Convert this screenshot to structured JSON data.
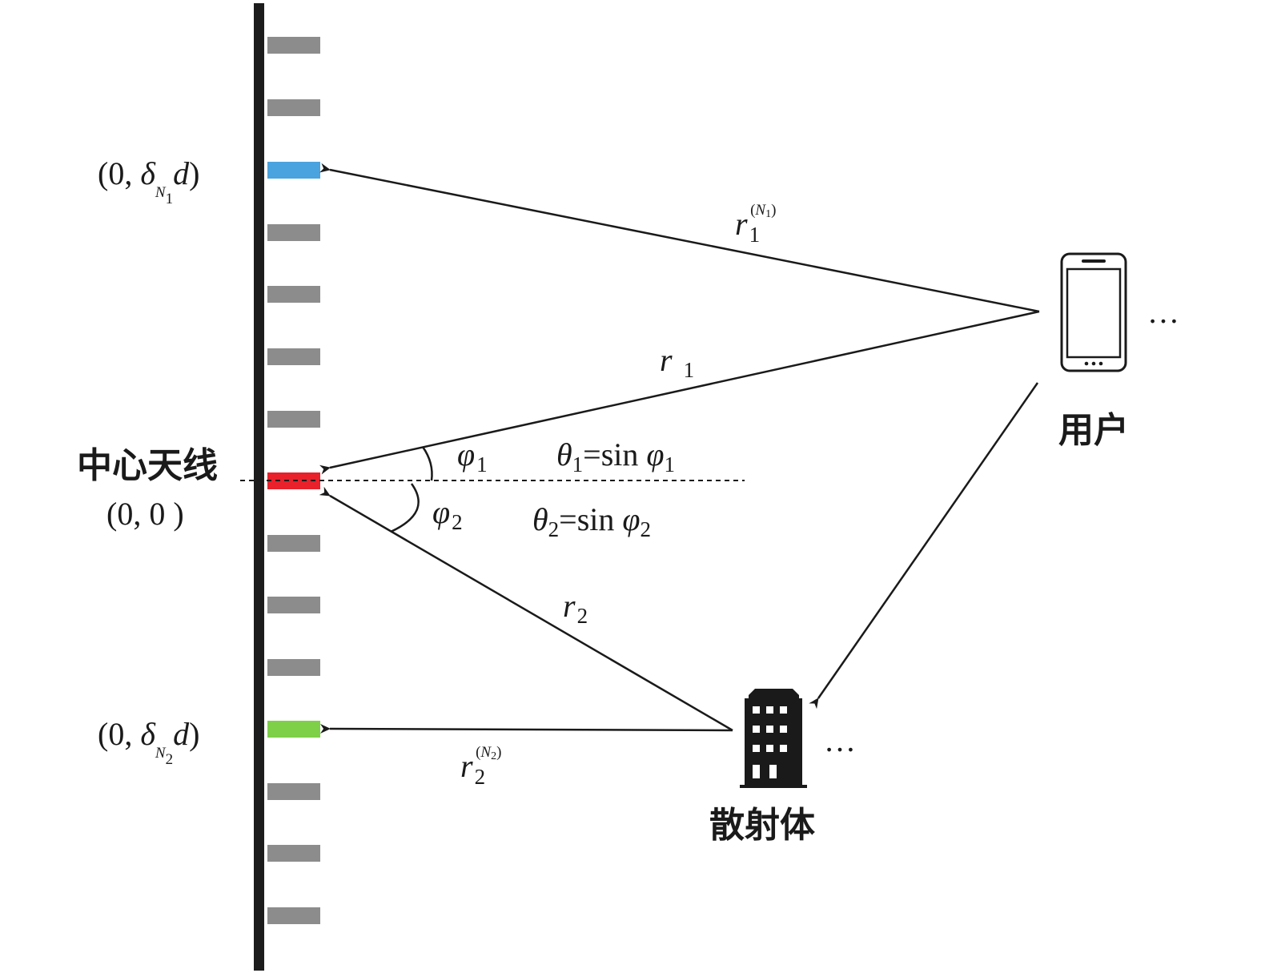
{
  "colors": {
    "array_bar": "#1c1c1c",
    "element": "#8c8c8c",
    "element_n1": "#4aa3de",
    "element_center": "#e8212b",
    "element_n2": "#7dd048",
    "line": "#1a1a1a"
  },
  "labels": {
    "center_antenna": "中心天线",
    "center_coord": "(0, 0 )",
    "user": "用户",
    "scatterer": "散射体",
    "ellipsis": "…",
    "n1_coord": {
      "open": "(0, ",
      "delta": "δ",
      "N": "N",
      "one": "1",
      "d": "d",
      "close": ")"
    },
    "n2_coord": {
      "open": "(0, ",
      "delta": "δ",
      "N": "N",
      "two": "2",
      "d": "d",
      "close": ")"
    },
    "r1": {
      "r": "r",
      "sub": "1"
    },
    "r1N1": {
      "r": "r",
      "sub": "1",
      "sup_open": "(",
      "sup_N": "N",
      "sup_sub": "1",
      "sup_close": ")"
    },
    "r2": {
      "r": "r",
      "sub": "2"
    },
    "r2N2": {
      "r": "r",
      "sub": "2",
      "sup_open": "(",
      "sup_N": "N",
      "sup_sub": "2",
      "sup_close": ")"
    },
    "phi1": {
      "phi": "φ",
      "sub": "1"
    },
    "phi2": {
      "phi": "φ",
      "sub": "2"
    },
    "theta1": {
      "theta": "θ",
      "sub": "1",
      "eq": "=sin ",
      "phi": "φ",
      "phi_sub": "1"
    },
    "theta2": {
      "theta": "θ",
      "sub": "2",
      "eq": "=sin ",
      "phi": "φ",
      "phi_sub": "2"
    }
  },
  "icons": {
    "user_device": "smartphone-icon",
    "scatterer": "building-icon"
  }
}
